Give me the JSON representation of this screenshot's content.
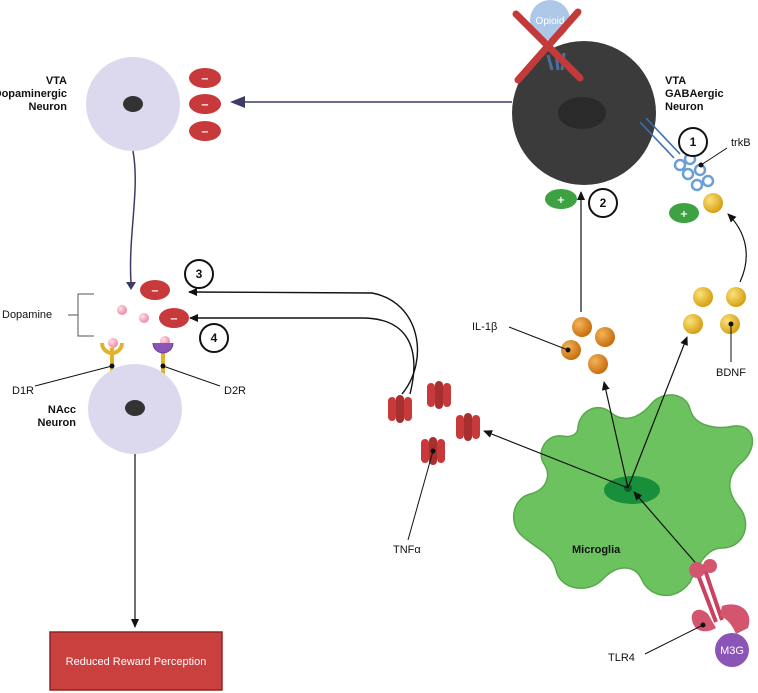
{
  "labels": {
    "vta_da": [
      "VTA",
      "Dopaminergic",
      "Neuron"
    ],
    "vta_gaba": [
      "VTA",
      "GABAergic",
      "Neuron"
    ],
    "nacc": [
      "NAcc",
      "Neuron"
    ],
    "dopamine": "Dopamine",
    "d1r": "D1R",
    "d2r": "D2R",
    "trkb": "trkB",
    "il1b": "IL-1β",
    "bdnf": "BDNF",
    "tnfa": "TNFα",
    "microglia": "Microglia",
    "tlr4": "TLR4",
    "m3g": "M3G",
    "opioid": "Opioid"
  },
  "steps": [
    "1",
    "2",
    "3",
    "4"
  ],
  "symbols": {
    "minus": "−",
    "plus": "+"
  },
  "outcome": "Reduced Reward Perception",
  "colors": {
    "neuron": "#dcd9ef",
    "gaba": "#3b3b3b",
    "inhibitory": "#c8393b",
    "excitatory": "#3ea142",
    "il1b": "#e08a1e",
    "bdnf": "#e9bd2a",
    "microglia": "#6cc25f",
    "tnfa": "#c83a3a",
    "tlr4": "#d4566e",
    "m3g": "#8a55b7",
    "outcome_fill": "#c9403f"
  }
}
